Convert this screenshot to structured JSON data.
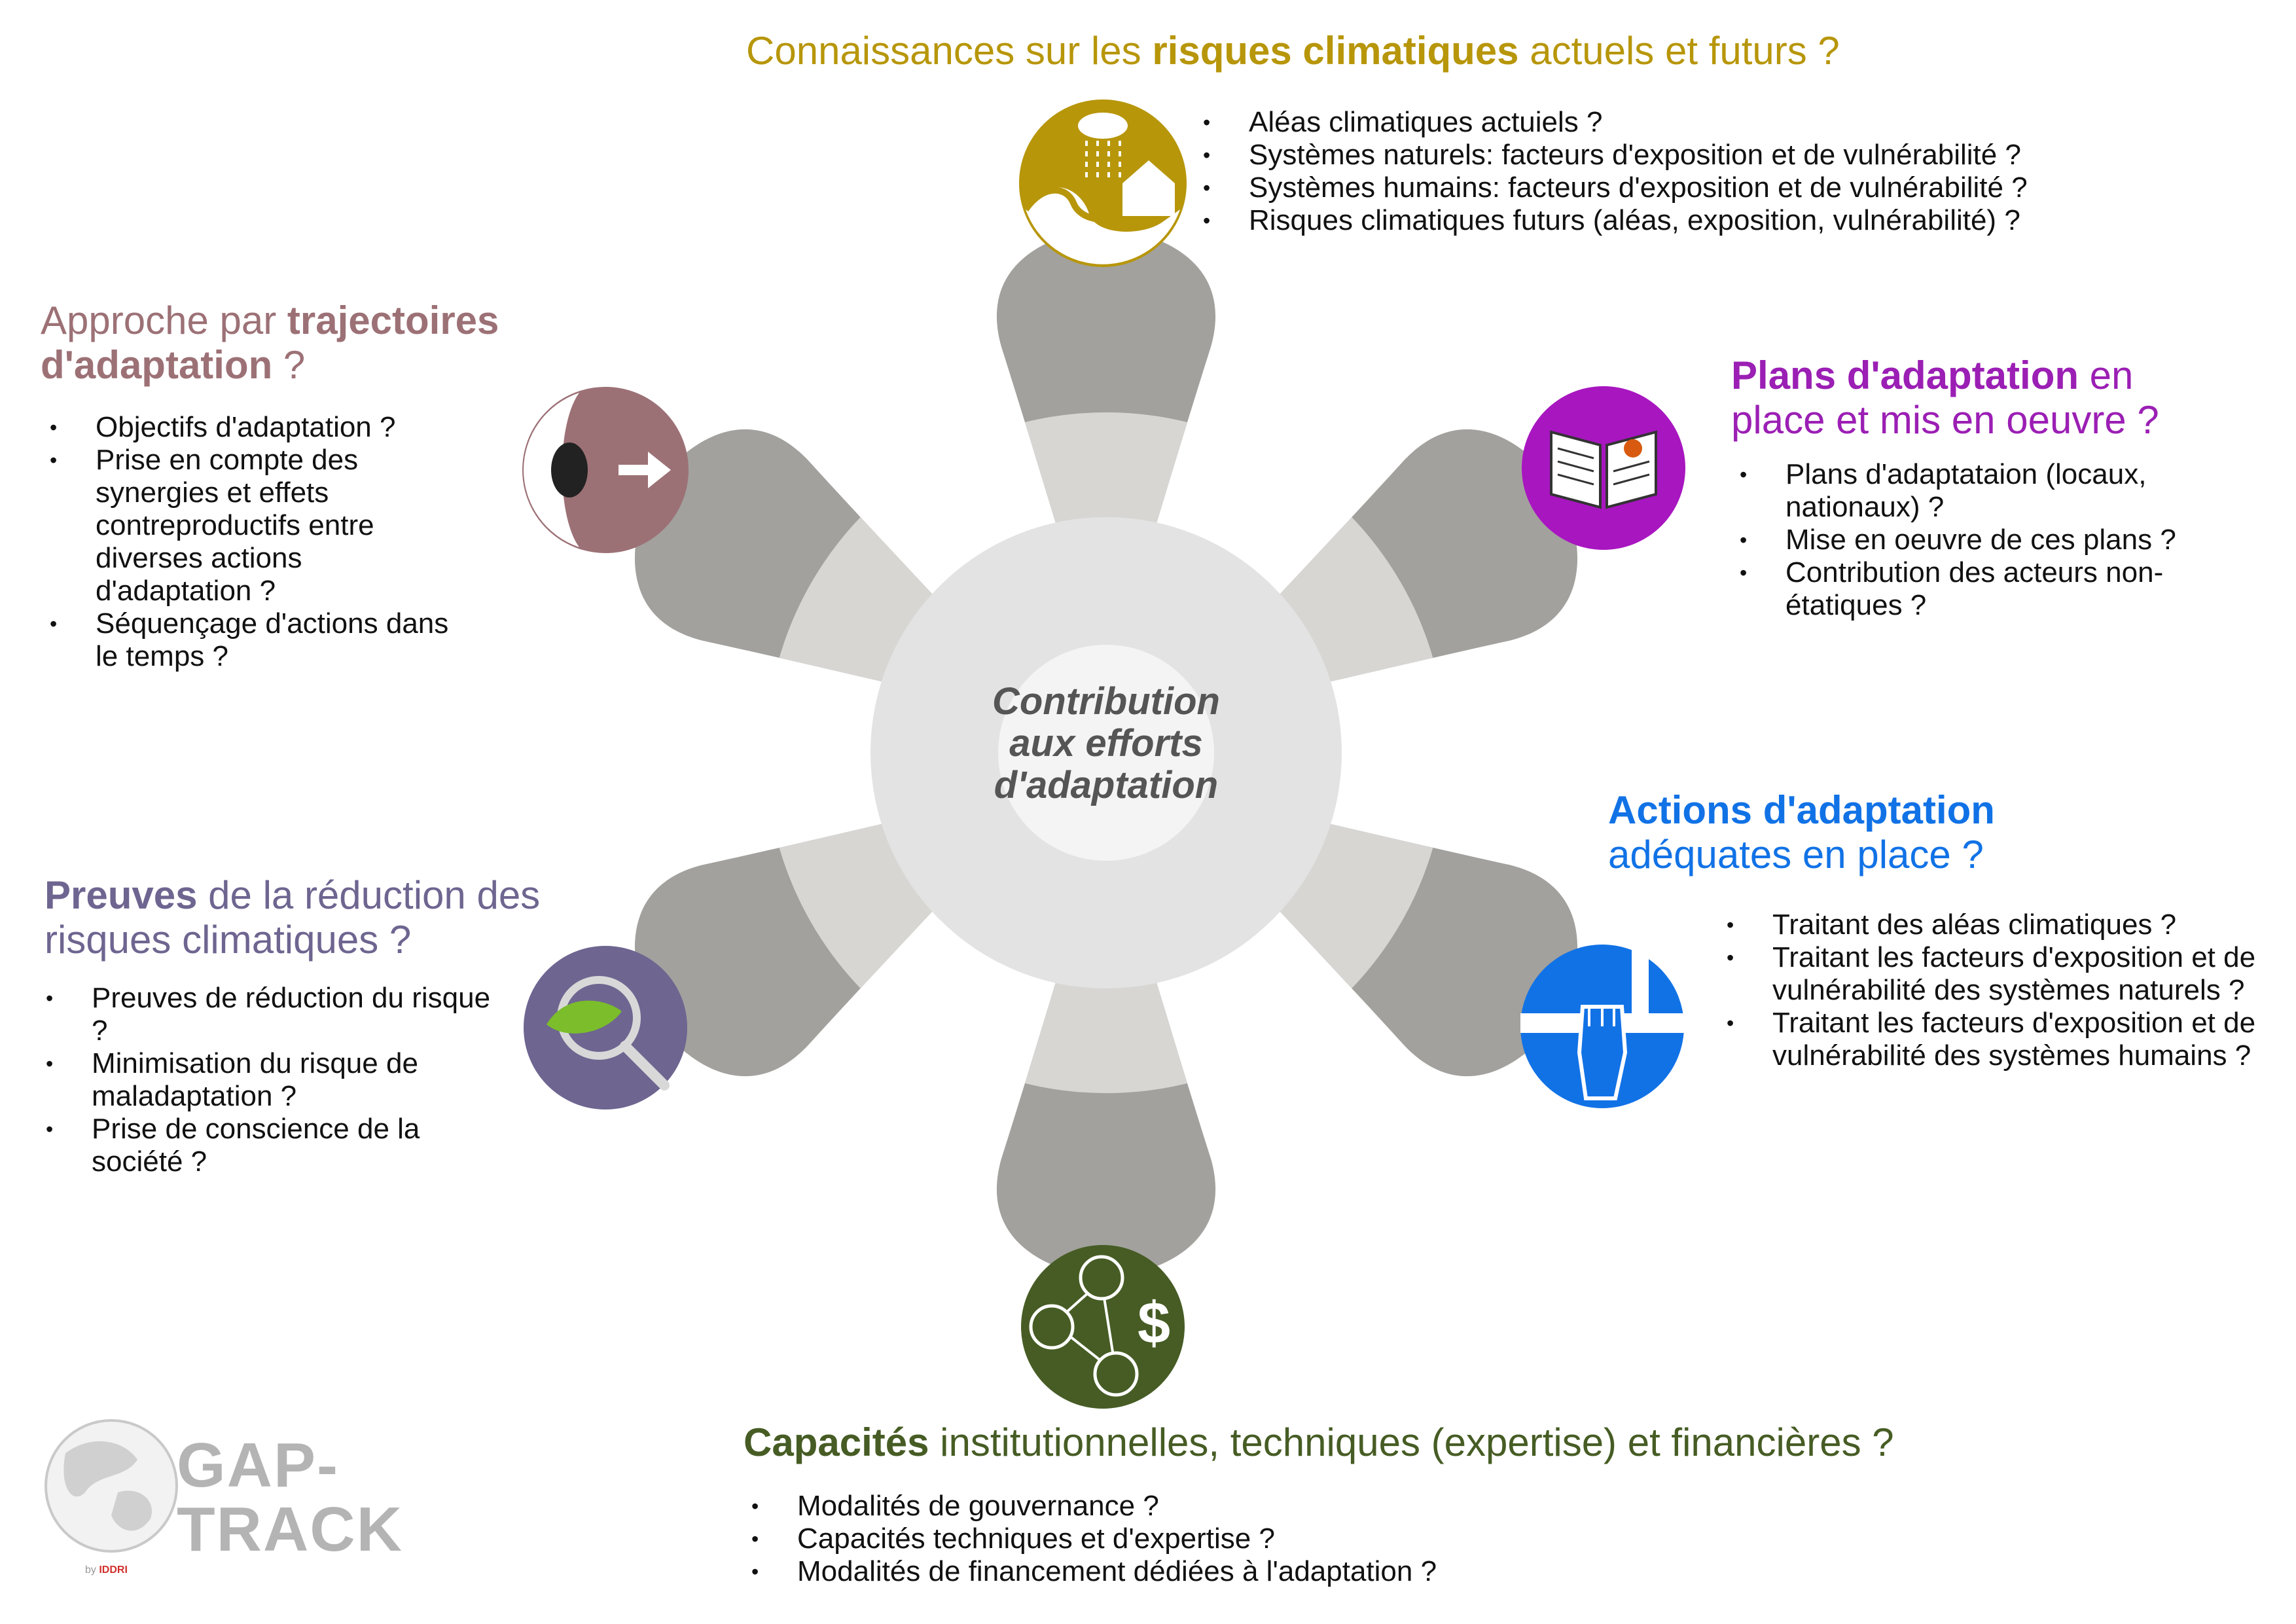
{
  "center": {
    "lines": [
      "Contribution",
      "aux efforts",
      "d'adaptation"
    ]
  },
  "sections": {
    "risques": {
      "title_pre": "Connaissances sur les ",
      "title_bold": "risques climatiques",
      "title_post": " actuels et futurs ?",
      "color": "#b7960a",
      "items": [
        "Aléas climatiques actuiels ?",
        "Systèmes naturels: facteurs d'exposition et de vulnérabilité ?",
        "Systèmes humains: facteurs d'exposition et de vulnérabilité ?",
        "Risques climatiques futurs (aléas, exposition, vulnérabilité) ?"
      ]
    },
    "plans": {
      "title_bold": "Plans d'adaptation",
      "title_post1": " en",
      "title_line2": "place et mis en oeuvre ?",
      "color": "#9b1fb4",
      "items": [
        "Plans d'adaptataion (locaux, nationaux) ?",
        "Mise en oeuvre de ces plans ?",
        "Contribution des acteurs non-étatiques ?"
      ]
    },
    "actions": {
      "title_bold": "Actions d'adaptation",
      "title_line2": "adéquates en place ?",
      "color": "#1172e6",
      "items": [
        "Traitant des aléas climatiques ?",
        "Traitant les facteurs d'exposition et de vulnérabilité des systèmes naturels ?",
        "Traitant les facteurs d'exposition et de vulnérabilité des systèmes humains ?"
      ]
    },
    "capacites": {
      "title_bold": "Capacités",
      "title_post": " institutionnelles, techniques (expertise) et financières ?",
      "color": "#465c24",
      "items": [
        "Modalités de gouvernance ?",
        "Capacités techniques et d'expertise ?",
        "Modalités de financement dédiées à l'adaptation ?"
      ]
    },
    "preuves": {
      "title_bold": "Preuves",
      "title_post1": " de la réduction des",
      "title_line2": "risques climatiques ?",
      "color": "#6e6590",
      "items": [
        "Preuves de réduction du risque ?",
        "Minimisation du risque de maladaptation ?",
        "Prise de conscience de la société ?"
      ]
    },
    "trajectoires": {
      "title_pre": "Approche par ",
      "title_bold": "trajectoires",
      "title_line2_bold": "d'adaptation",
      "title_line2_post": " ?",
      "color": "#9c7176",
      "items": [
        "Objectifs d'adaptation ?",
        "Prise en compte des synergies et effets contreproductifs entre diverses actions d'adaptation ?",
        "Séquençage d'actions dans le temps ?"
      ]
    }
  },
  "icons": {
    "risques": "flood-house-icon",
    "plans": "open-book-icon",
    "actions": "raised-fist-icon",
    "capacites": "network-people-money-icon",
    "preuves": "magnifier-leaf-icon",
    "trajectoires": "eye-arrow-icon"
  },
  "logo": {
    "line1": "GAP-",
    "line2": "TRACK",
    "by": "by ",
    "by_brand": "IDDRI"
  },
  "petal_colors": {
    "outer": "#a2a19d",
    "middle": "#d7d6d3",
    "inner": "#e6e6e6",
    "core": "#f3f3f3"
  }
}
